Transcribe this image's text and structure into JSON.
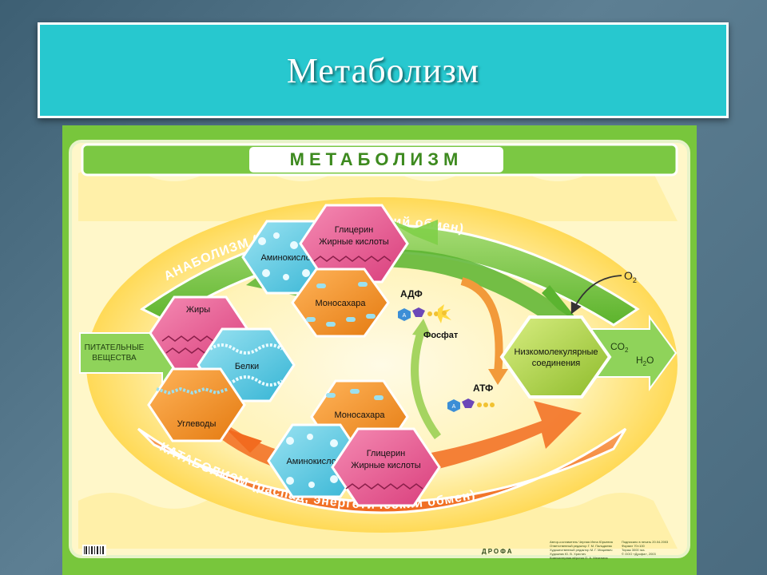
{
  "slide": {
    "title": "Метаболизм"
  },
  "poster": {
    "title": "МЕТАБОЛИЗМ",
    "anabolism_label": "АНАБОЛИЗМ (синтез, пластический обмен)",
    "catabolism_label": "КАТАБОЛИЗМ (распад, энергетический обмен)",
    "input_label_line1": "ПИТАТЕЛЬНЫЕ",
    "input_label_line2": "ВЕЩЕСТВА",
    "left_hexes": {
      "fats": "Жиры",
      "proteins": "Белки",
      "carbs": "Углеводы"
    },
    "top_hexes": {
      "glycerin_line1": "Глицерин",
      "glycerin_line2": "Жирные кислоты",
      "amino": "Аминокислоты",
      "mono": "Моносахара"
    },
    "bottom_hexes": {
      "mono": "Моносахара",
      "amino": "Аминокислоты",
      "glycerin_line1": "Глицерин",
      "glycerin_line2": "Жирные кислоты"
    },
    "low_molecular_line1": "Низкомолекулярные",
    "low_molecular_line2": "соединения",
    "adp": "АДФ",
    "atp": "АТФ",
    "phosphate": "Фосфат",
    "adenine_letter": "A",
    "o2": "O",
    "o2_sub": "2",
    "co2": "CO",
    "co2_sub": "2",
    "h2o_h": "H",
    "h2o_sub": "2",
    "h2o_o": "O",
    "publisher": "ДРОФА",
    "footer_lines": [
      "Автор-составитель Черная Инна Юрьевна",
      "Ответственный редактор Г. М. Пальдяева",
      "Художественный редактор М. Г. Мицкевич",
      "Художник Ю. В. Христич",
      "Компьютерная вёрстка О. А. Мезенина"
    ],
    "footer_right_lines": [
      "Подписано в печать 20.04.2003",
      "Формат 70×100",
      "Тираж 3000 экз.",
      "© ООО «Дрофа», 2003"
    ]
  }
}
